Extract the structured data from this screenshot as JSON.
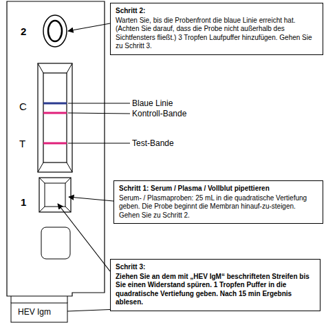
{
  "diagram": {
    "nodes": [
      {
        "text": [
          "Schritt 2:",
          "Warten Sie, bis die Probenfront die blaue Linie erreicht hat. (Achten Sie darauf, dass die Probe nicht außerhalb des Sichtfensters fließt.) 3 Tropfen Laufpuffer hinzufügen. Gehen Sie zu Schritt 3."
        ]
      },
      {
        "text": [
          "Schritt 1: Serum / Plasma / Vollblut pipettieren",
          "Serum- / Plasmaproben: 25 mL in die quadratische Vertiefung geben. Die Probe beginnt die Membran hinauf-zu-steigen. Gehen Sie zu Schritt 2."
        ]
      },
      {
        "text": [
          "Schritt 3:",
          "Ziehen Sie an dem mit „HEV IgM“ beschrifteten Streifen bis Sie einen Widerstand spüren. 1 Tropfen Puffer in die quadratische Vertiefung geben. Nach 15 min Ergebnis ablesen."
        ]
      }
    ],
    "labels": [
      "2",
      "C",
      "T",
      "1",
      "Blaue Linie",
      "Kontroll-Bande",
      "Test-Bande",
      "HEV Igm"
    ]
  }
}
